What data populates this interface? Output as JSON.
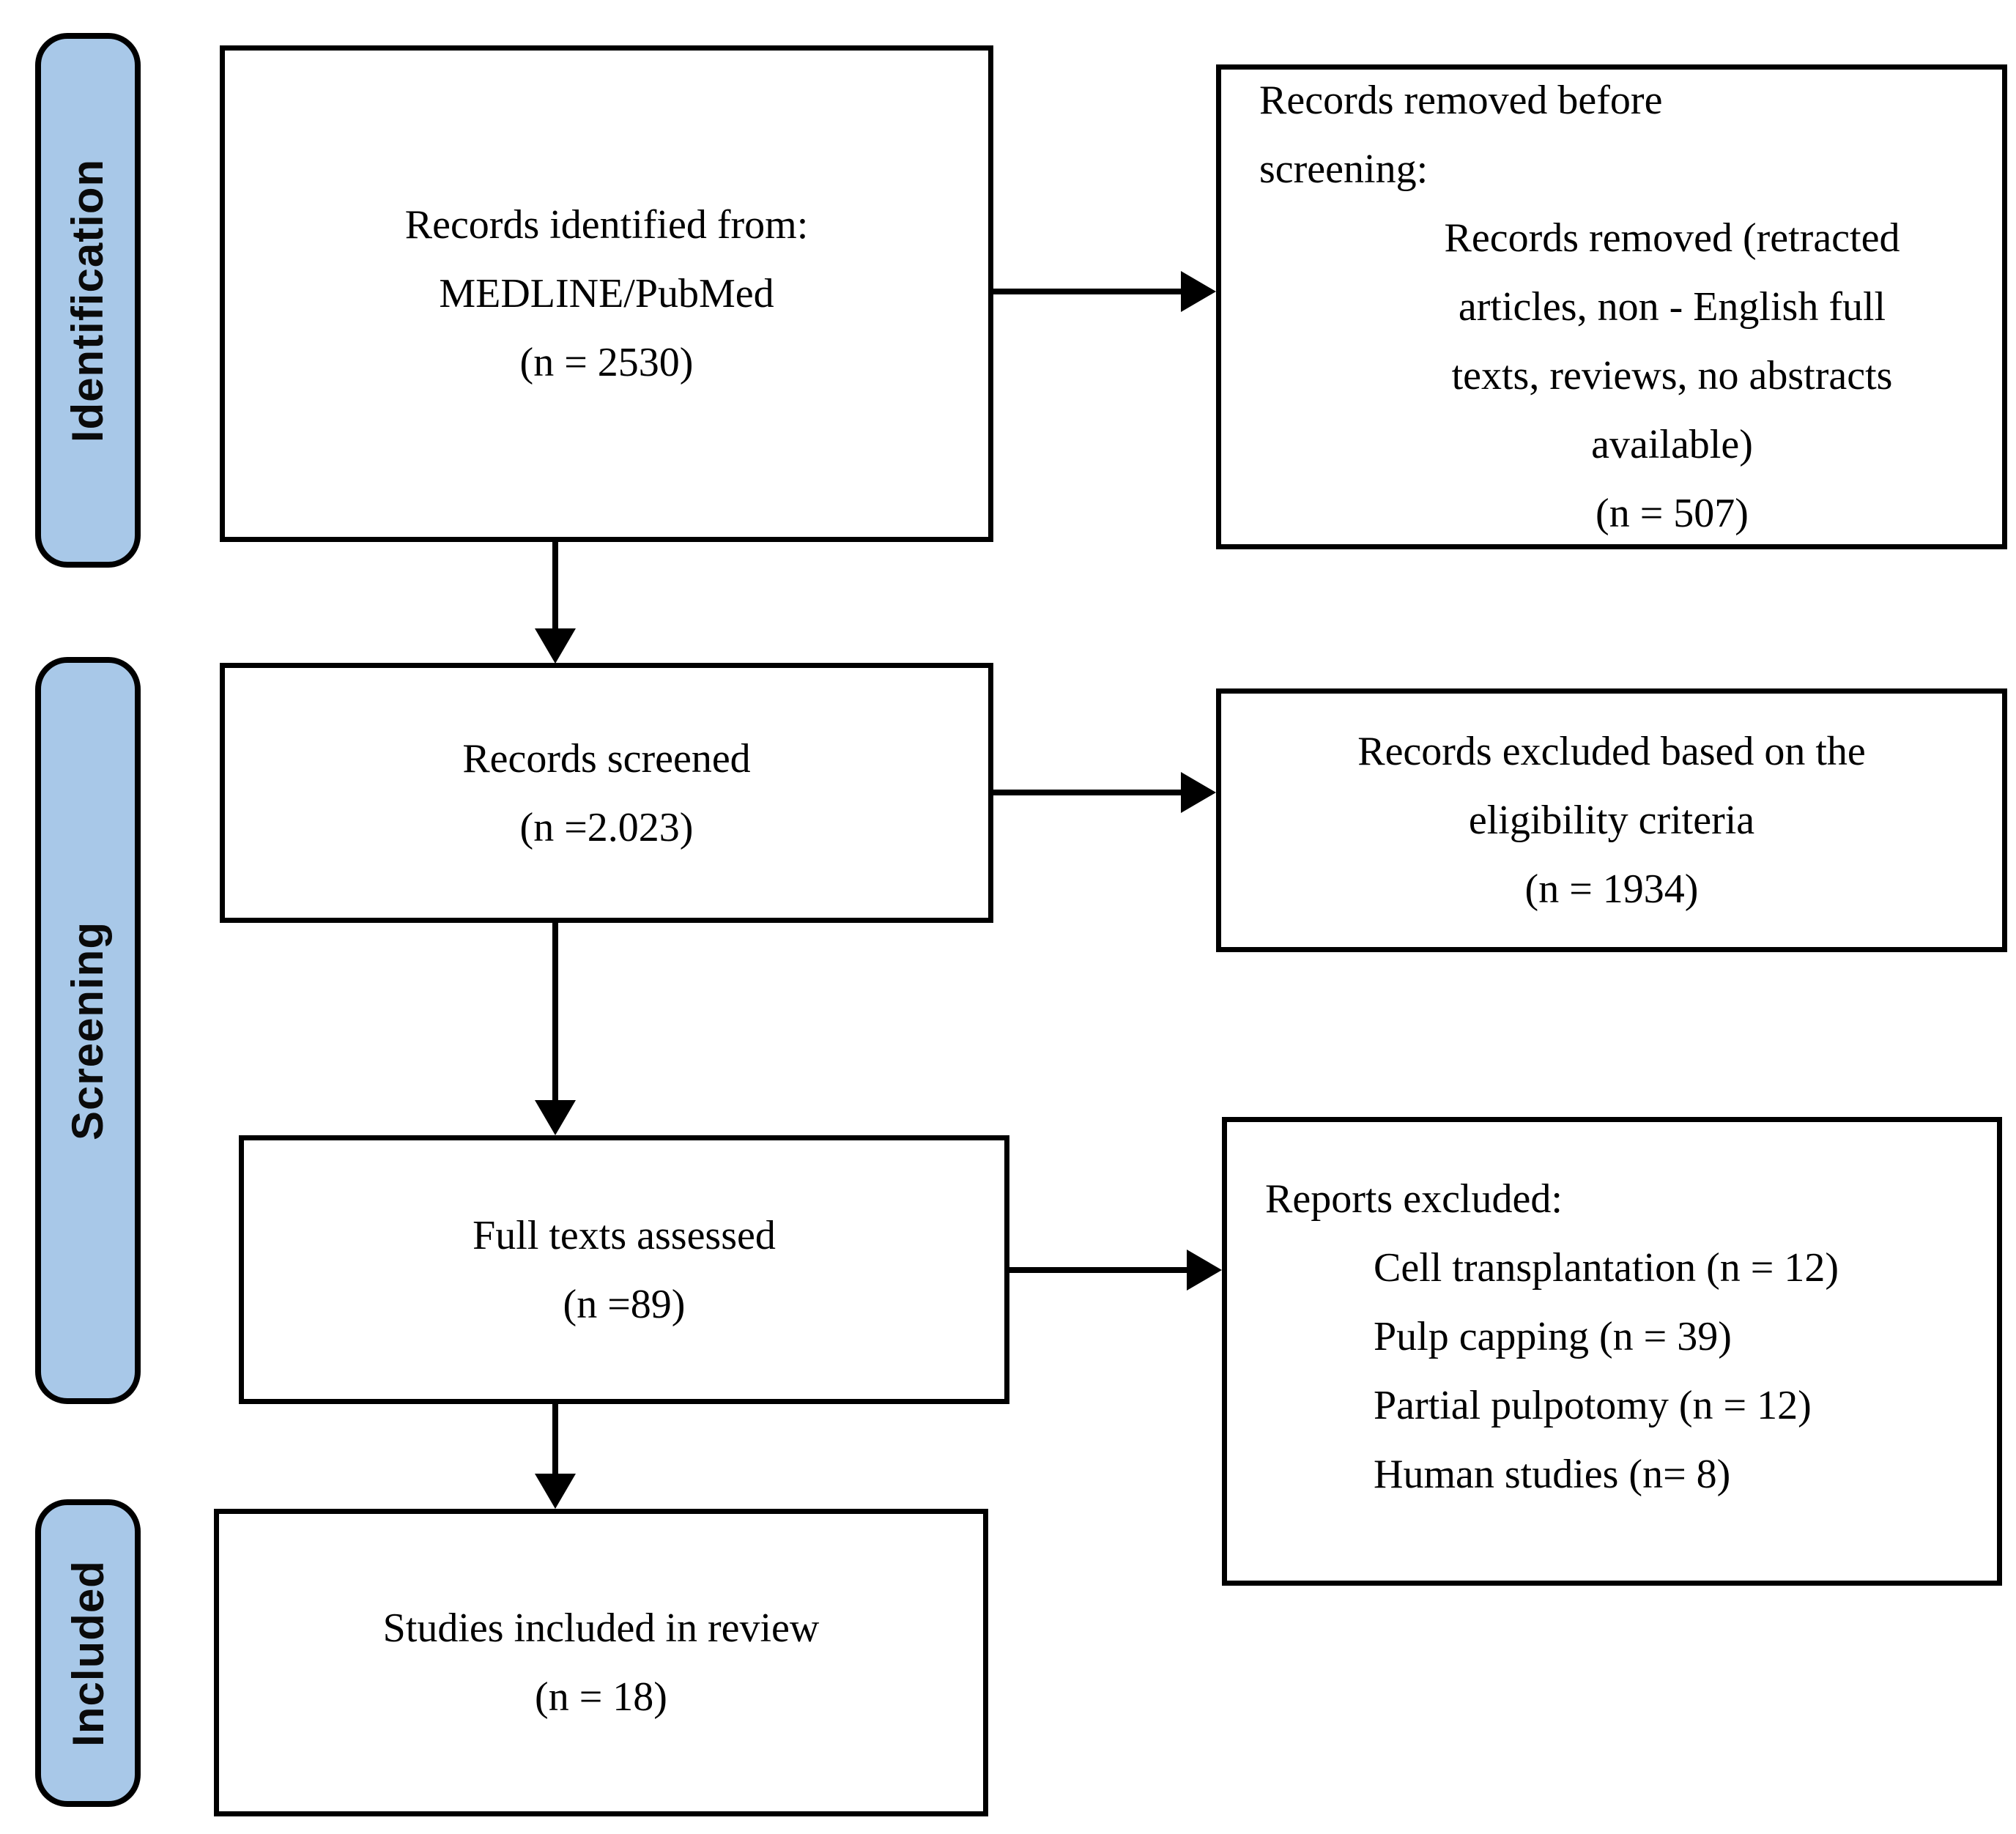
{
  "sidebar": {
    "fill_color": "#a8c8e8",
    "border_color": "#000000",
    "stages": [
      {
        "label": "Identification"
      },
      {
        "label": "Screening"
      },
      {
        "label": "Included"
      }
    ]
  },
  "main_boxes": [
    {
      "name": "records-identified",
      "lines": [
        "Records identified from:",
        "MEDLINE/PubMed",
        "(n = 2530)"
      ]
    },
    {
      "name": "records-screened",
      "lines": [
        "Records screened",
        "(n =2.023)"
      ]
    },
    {
      "name": "full-texts-assessed",
      "lines": [
        "Full texts assessed",
        "(n =89)"
      ]
    },
    {
      "name": "studies-included",
      "lines": [
        "Studies included in review",
        "(n = 18)"
      ]
    }
  ],
  "side_boxes": [
    {
      "name": "records-removed-before-screening",
      "heading_lines": [
        "Records removed before",
        "screening:"
      ],
      "body_lines": [
        "Records removed (retracted",
        "articles, non - English full",
        "texts, reviews, no abstracts",
        "available)",
        "(n = 507)"
      ]
    },
    {
      "name": "records-excluded",
      "lines": [
        "Records excluded based on the",
        "eligibility criteria",
        "(n = 1934)"
      ]
    },
    {
      "name": "reports-excluded",
      "heading": "Reports excluded:",
      "items": [
        "Cell transplantation (n = 12)",
        "Pulp capping (n = 39)",
        "Partial pulpotomy (n = 12)",
        "Human studies (n= 8)"
      ]
    }
  ]
}
